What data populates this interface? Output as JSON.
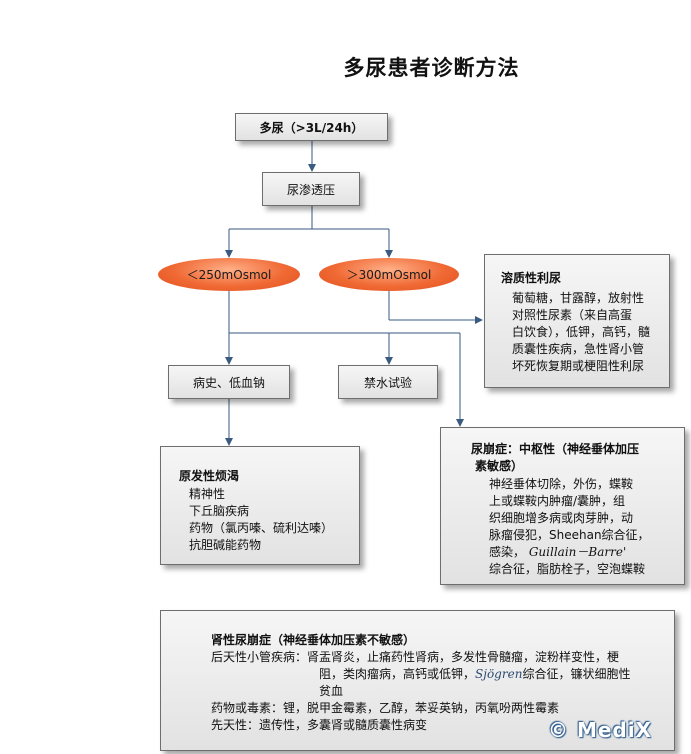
{
  "title": "多尿患者诊断方法",
  "nodes": {
    "polyuria": "多尿（>3L/24h）",
    "osmolality": "尿渗透压",
    "low_osm": "＜250mOsmol",
    "high_osm": "＞300mOsmol",
    "history": "病史、低血钠",
    "water_deprivation": "禁水试验"
  },
  "solute": {
    "heading": "溶质性利尿",
    "lines": [
      "葡萄糖，甘露醇，放射性",
      "对照性尿素（来自高蛋",
      "白饮食），低钾，高钙，髓",
      "质囊性疾病，急性肾小管",
      "坏死恢复期或梗阻性利尿"
    ]
  },
  "primary": {
    "heading": "原发性烦渴",
    "lines": [
      "精神性",
      "下丘脑疾病",
      "药物（氯丙嗪、硫利达嗪）",
      "抗胆碱能药物"
    ]
  },
  "central": {
    "heading_1": "尿崩症：中枢性（神经垂体加压",
    "heading_2": "素敏感）",
    "lines": [
      "神经垂体切除，外伤，蝶鞍",
      "上或蝶鞍内肿瘤/囊肿，组",
      "织细胞增多病或肉芽肿，动",
      "脉瘤侵犯，Sheehan综合征，",
      "感染，",
      "综合征，脂肪栓子，空泡蝶鞍"
    ],
    "gb_name": "Guillain－Barre'"
  },
  "nephro": {
    "heading": "肾性尿崩症（神经垂体加压素不敏感）",
    "acquired_label": "后天性小管疾病：",
    "acquired_1": "肾盂肾炎，止痛药性肾病，多发性骨髓瘤，淀粉样变性，梗",
    "acquired_2a": "阻，类肉瘤病，高钙或低钾，",
    "sjogren": "Sjögren",
    "acquired_2b": "综合征，镰状细胞性",
    "acquired_3": "贫血",
    "drugs": "药物或毒素：锂，脱甲金霉素，乙醇，苯妥英钠，丙氧吩两性霉素",
    "congenital": "先天性：遗传性，多囊肾或髓质囊性病变"
  },
  "watermark": "© MediX"
}
